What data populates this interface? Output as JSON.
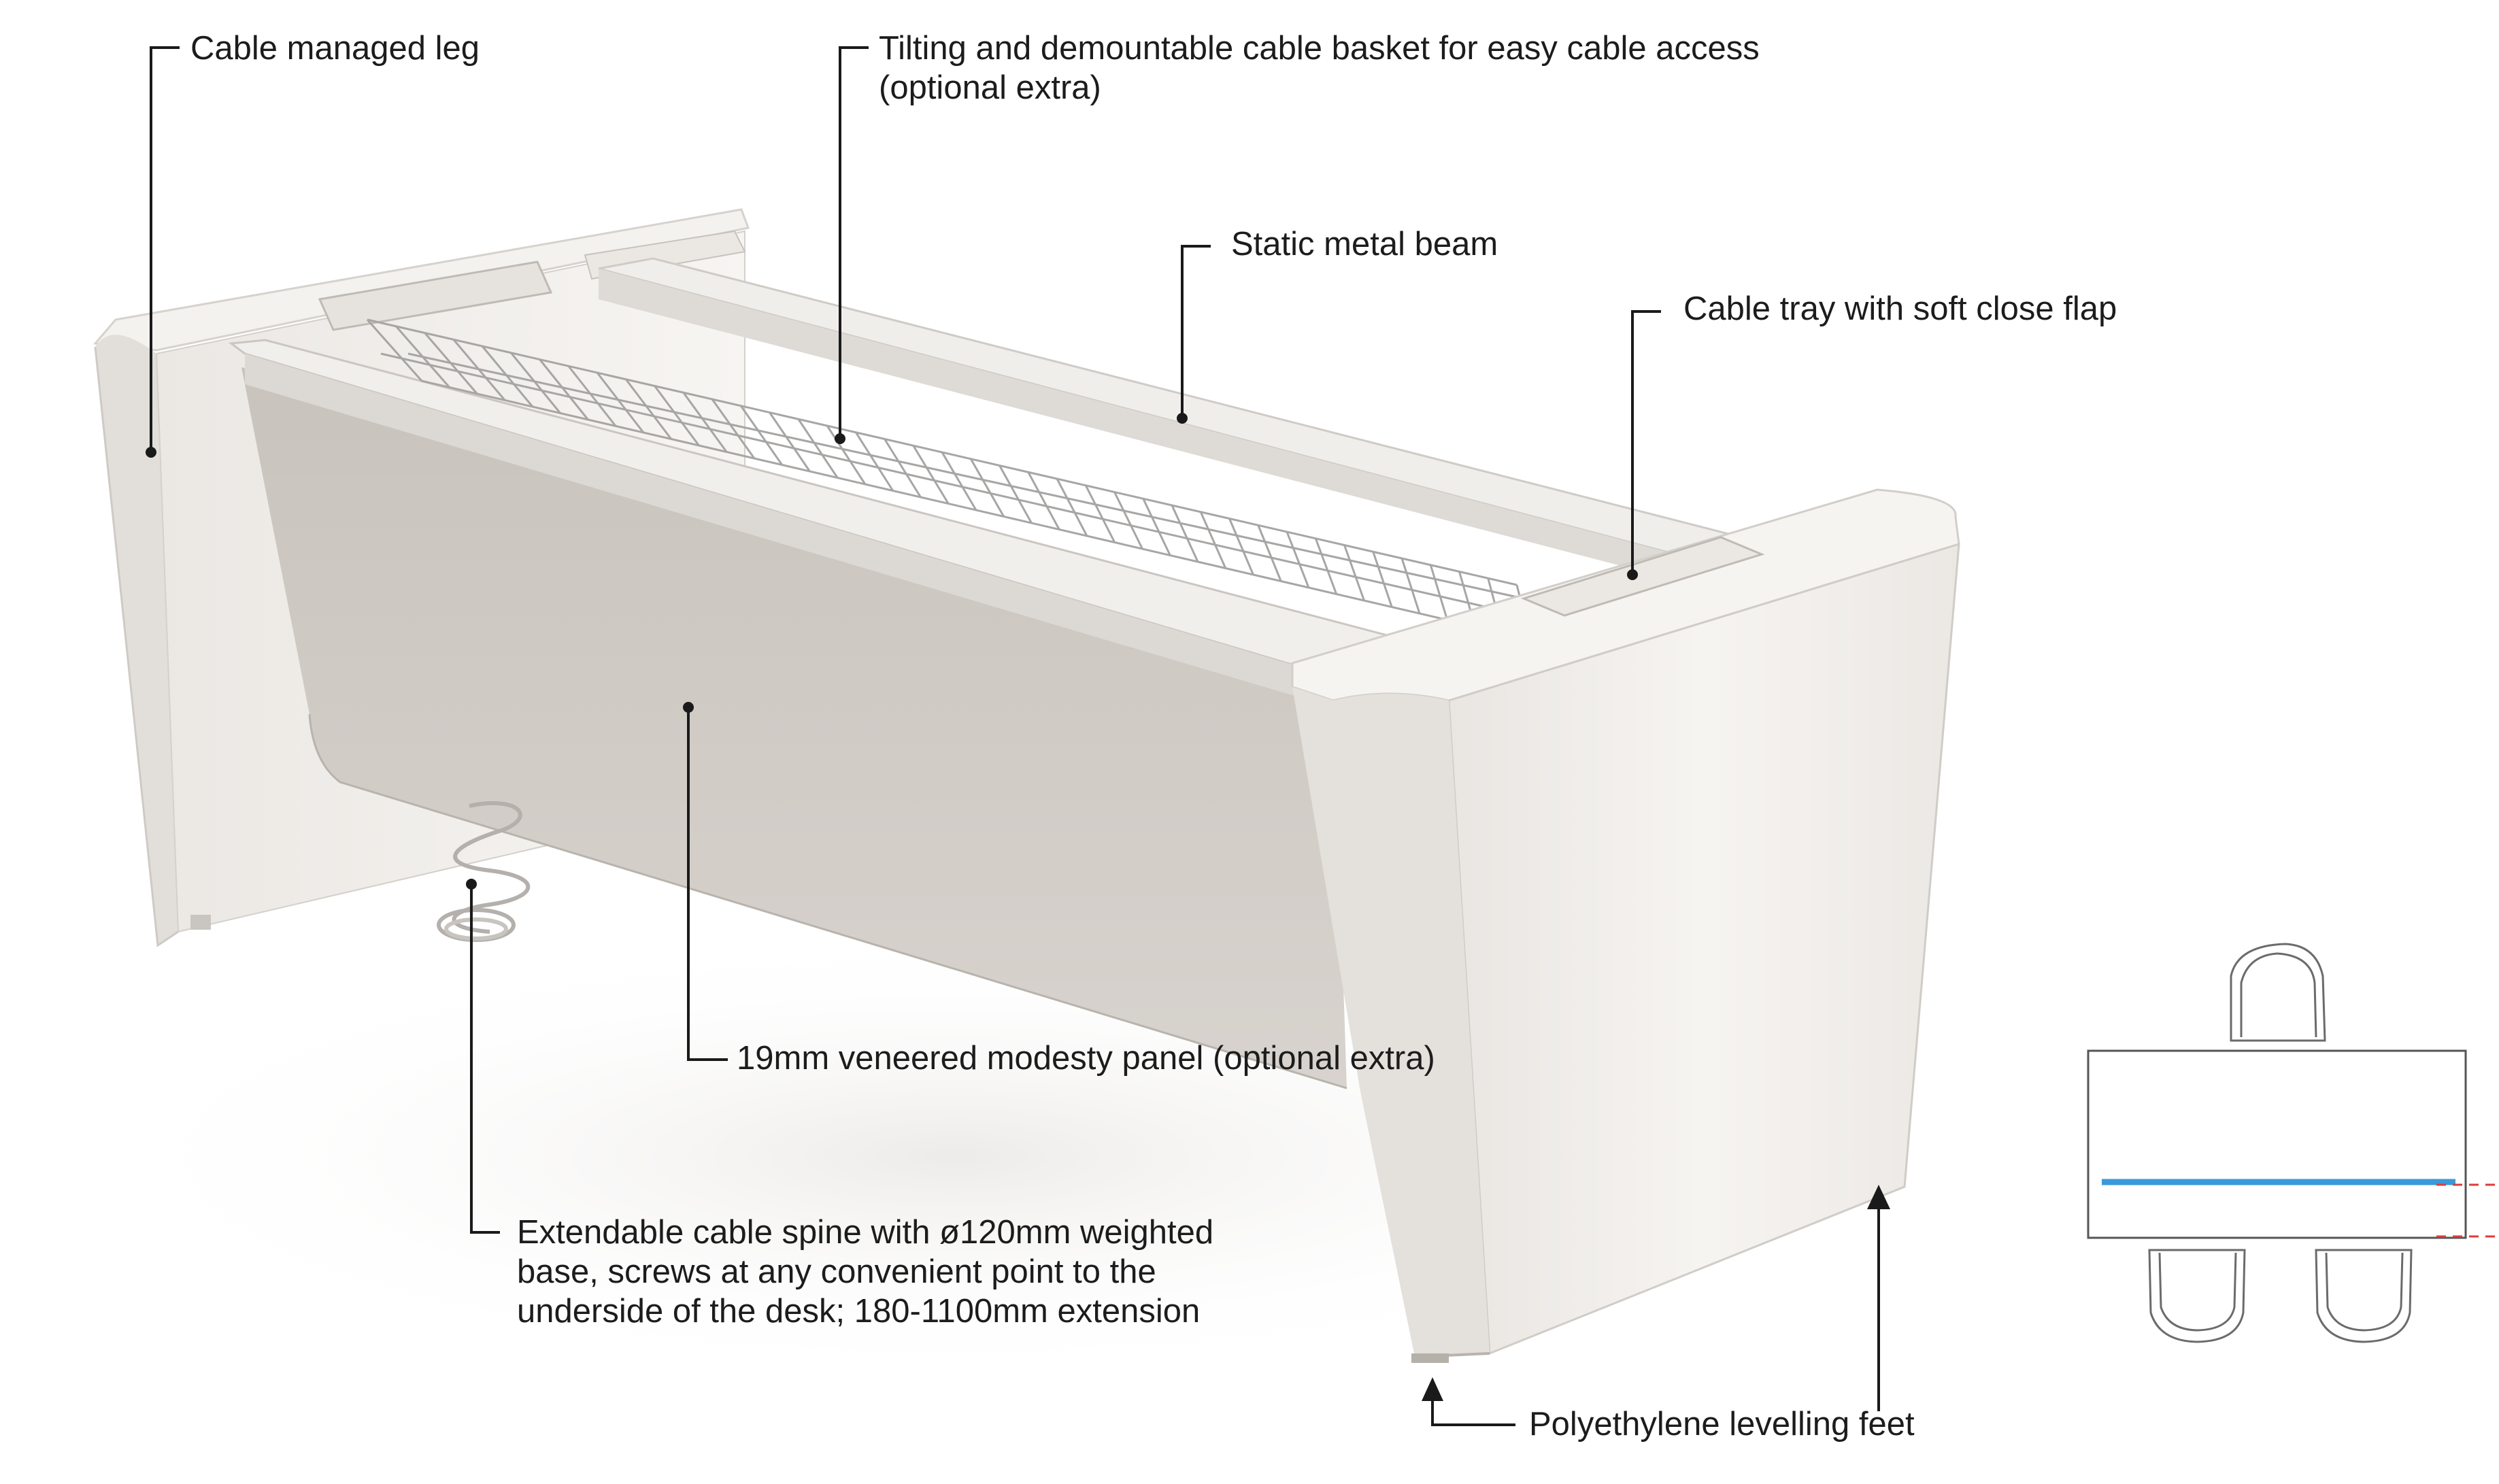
{
  "callouts": {
    "cable_leg": "Cable managed leg",
    "cable_basket": [
      "Tilting and demountable cable basket for easy cable access",
      "(optional extra)"
    ],
    "metal_beam": "Static metal beam",
    "cable_tray": "Cable tray with soft close flap",
    "modesty_panel": "19mm veneered modesty panel (optional extra)",
    "cable_spine": [
      "Extendable cable spine with ø120mm weighted",
      "base, screws at any convenient point to the",
      "underside of the desk; 180-1100mm extension"
    ],
    "levelling_feet": "Polyethylene levelling feet"
  },
  "colors": {
    "desk_white": "#f3f1ee",
    "desk_shade": "#e4e1dd",
    "panel": "#cfc9c3",
    "leader": "#1a1a1a",
    "plan_beam": "#3a9ad9",
    "plan_dash": "#e03b3b"
  },
  "icons": [
    "spiral-cable-spine-icon",
    "chair-icon"
  ]
}
